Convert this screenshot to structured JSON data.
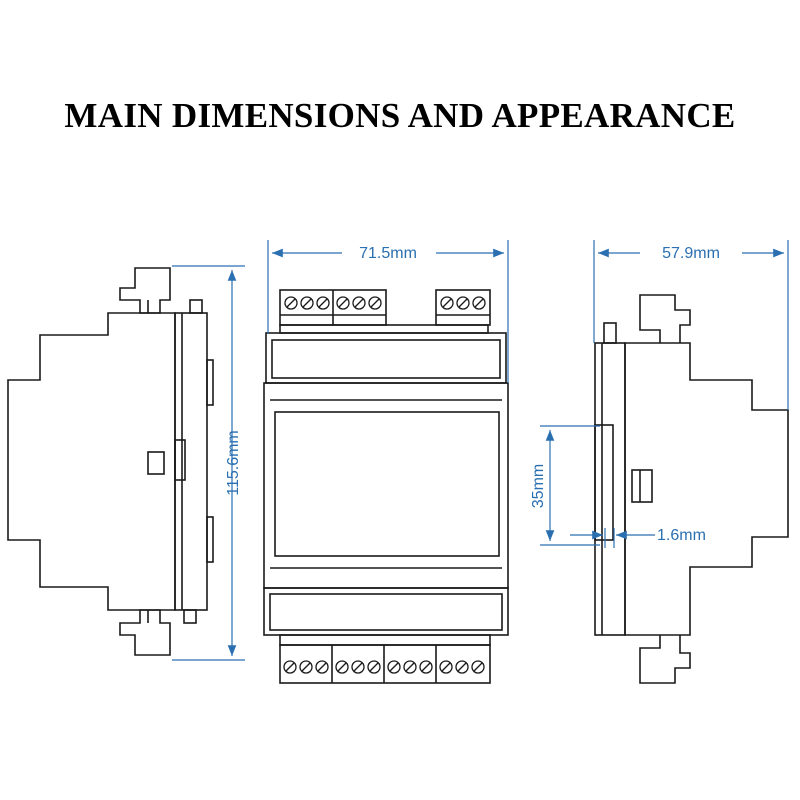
{
  "title": "MAIN DIMENSIONS AND APPEARANCE",
  "dimensions": {
    "front_width": "71.5mm",
    "side_depth": "57.9mm",
    "height": "115.6mm",
    "rail_height": "35mm",
    "rail_thickness": "1.6mm"
  },
  "colors": {
    "outline": "#1a1a1a",
    "dimension": "#2a6fb0"
  }
}
